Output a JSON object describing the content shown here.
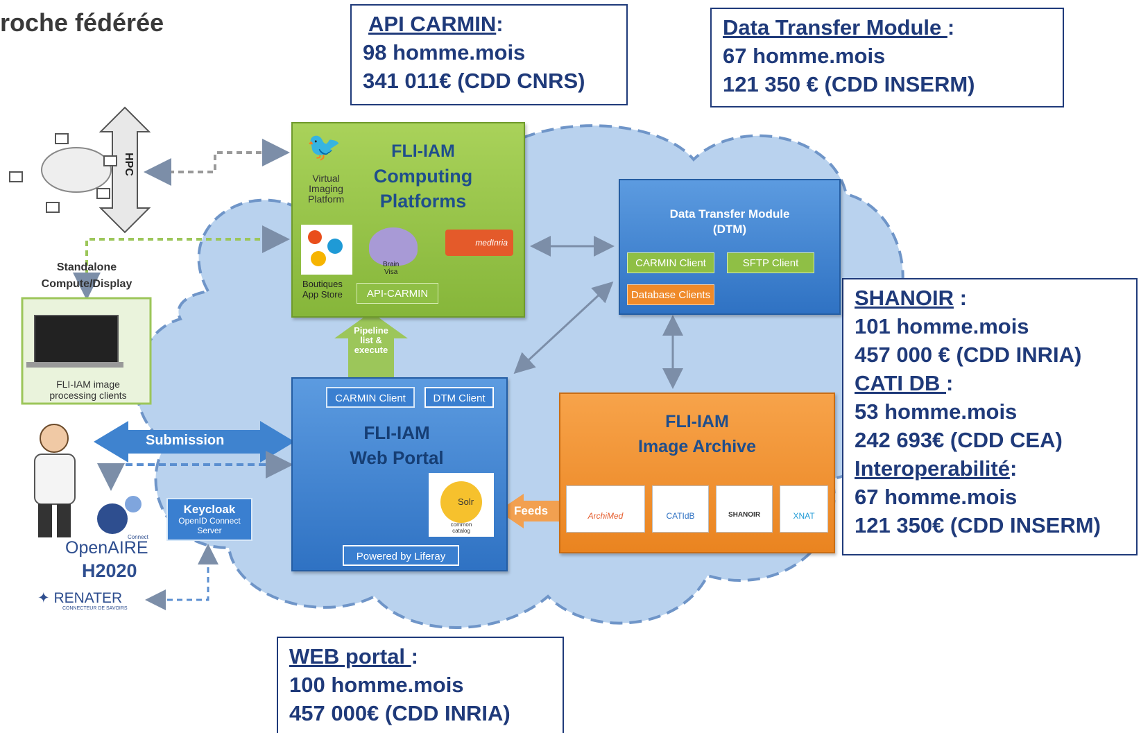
{
  "title": "roche fédérée",
  "boxes": {
    "api_carmin": {
      "label": "API CARMIN",
      "suffix": ":",
      "effort": "98 homme.mois",
      "cost": "341 011€ (CDD CNRS)"
    },
    "data_transfer": {
      "label": "Data Transfer Module ",
      "suffix": ":",
      "effort": "67 homme.mois",
      "cost": "121 350 € (CDD INSERM)"
    },
    "right": {
      "shanoir_label": "SHANOIR",
      "shanoir_suffix": " :",
      "shanoir_effort": "101 homme.mois",
      "shanoir_cost": "457 000 € (CDD INRIA)",
      "cati_label": "CATI DB ",
      "cati_suffix": ":",
      "cati_effort": "53 homme.mois",
      "cati_cost": "242 693€ (CDD CEA)",
      "interop_label": "Interoperabilité",
      "interop_suffix": ":",
      "interop_effort": "67 homme.mois",
      "interop_cost": "121 350€ (CDD INSERM)"
    },
    "web_portal": {
      "label": "WEB portal ",
      "suffix": ":",
      "effort": "100 homme.mois",
      "cost": "457 000€ (CDD INRIA)"
    }
  },
  "diagram": {
    "computing": {
      "title1": "FLI-IAM",
      "title2": "Computing",
      "title3": "Platforms",
      "vip1": "Virtual",
      "vip2": "Imaging",
      "vip3": "Platform",
      "boutiques1": "Boutiques",
      "boutiques2": "App Store",
      "api": "API-CARMIN",
      "brainvisa1": "Brain",
      "brainvisa2": "Visa",
      "medinria": "medInria"
    },
    "dtm": {
      "title1": "Data Transfer Module",
      "title2": "(DTM)",
      "carmin": "CARMIN Client",
      "sftp": "SFTP Client",
      "db": "Database Clients"
    },
    "portal": {
      "carmin": "CARMIN Client",
      "dtm": "DTM Client",
      "title1": "FLI-IAM",
      "title2": "Web Portal",
      "liferay": "Powered by Liferay",
      "solr": "Solr",
      "solr_sub1": "common",
      "solr_sub2": "catalog"
    },
    "archive": {
      "title1": "FLI-IAM",
      "title2": "Image Archive",
      "feeds": "Feeds",
      "t1": "ArchiMed",
      "t2": "CATIdB",
      "t3": "SHANOIR",
      "t4": "XNAT"
    },
    "pipeline": {
      "l1": "Pipeline",
      "l2": "list &",
      "l3": "execute"
    },
    "hpc": "HPC",
    "standalone1": "Standalone",
    "standalone2": "Compute/Display",
    "clients1": "FLI-IAM image",
    "clients2": "processing clients",
    "submission": "Submission",
    "keycloak1": "Keycloak",
    "keycloak2": "OpenID Connect",
    "keycloak3": "Server",
    "openaire": "OpenAIRE",
    "openaire_sub": "Connect",
    "h2020": "H2020",
    "renater": "RENATER",
    "renater_sub": "CONNECTEUR DE SAVOIRS"
  },
  "colors": {
    "navy": "#1f3a7a",
    "green": "#8fbf45",
    "blue": "#3a7fd0",
    "orange": "#ef8a2a",
    "cloud": "#b9d2ee"
  }
}
